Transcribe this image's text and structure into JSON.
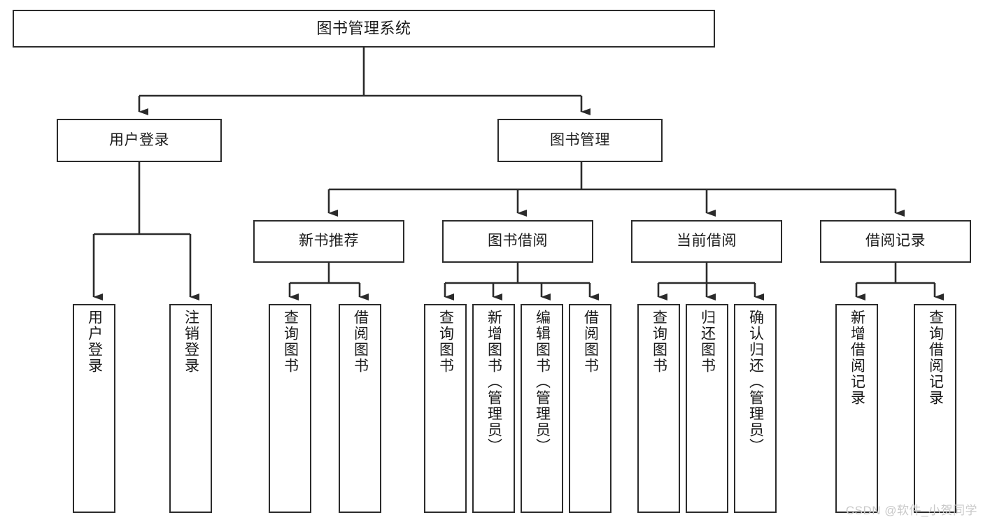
{
  "diagram": {
    "title": "图书管理系统",
    "watermark": "CSDN @软件_小贺同学",
    "colors": {
      "stroke": "#2b2b2b",
      "fill": "#ffffff",
      "text": "#1a1a1a",
      "watermark": "#c9c9c9"
    },
    "nodes": {
      "root": {
        "label": "图书管理系统"
      },
      "level2": [
        {
          "id": "user-login",
          "label": "用户登录"
        },
        {
          "id": "book-management",
          "label": "图书管理"
        }
      ],
      "level3": [
        {
          "id": "new-book-recommend",
          "label": "新书推荐"
        },
        {
          "id": "book-borrow",
          "label": "图书借阅"
        },
        {
          "id": "current-borrow",
          "label": "当前借阅"
        },
        {
          "id": "borrow-record",
          "label": "借阅记录"
        }
      ],
      "leaves": {
        "user_login": [
          {
            "id": "leaf-user-login",
            "label": "用户登录"
          },
          {
            "id": "leaf-logout-login",
            "label": "注销登录"
          }
        ],
        "new_book_recommend": [
          {
            "id": "leaf-query-book-1",
            "label": "查询图书"
          },
          {
            "id": "leaf-borrow-book-1",
            "label": "借阅图书"
          }
        ],
        "book_borrow": [
          {
            "id": "leaf-query-book-2",
            "label": "查询图书"
          },
          {
            "id": "leaf-add-book",
            "label": "新增图书（管理员）"
          },
          {
            "id": "leaf-edit-book",
            "label": "编辑图书（管理员）"
          },
          {
            "id": "leaf-borrow-book-2",
            "label": "借阅图书"
          }
        ],
        "current_borrow": [
          {
            "id": "leaf-query-book-3",
            "label": "查询图书"
          },
          {
            "id": "leaf-return-book",
            "label": "归还图书"
          },
          {
            "id": "leaf-confirm-return",
            "label": "确认归还（管理员）"
          }
        ],
        "borrow_record": [
          {
            "id": "leaf-add-record",
            "label": "新增借阅记录"
          },
          {
            "id": "leaf-query-record",
            "label": "查询借阅记录"
          }
        ]
      }
    }
  }
}
